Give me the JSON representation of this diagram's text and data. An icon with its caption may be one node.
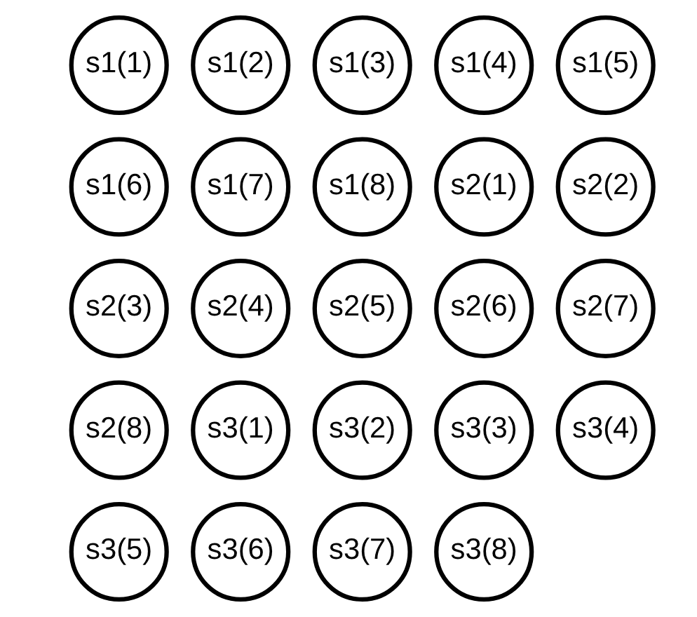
{
  "diagram": {
    "nodes": [
      {
        "text": [
          "s1(1)"
        ]
      },
      {
        "text": [
          "s1(2)"
        ]
      },
      {
        "text": [
          "s1(3)"
        ]
      },
      {
        "text": [
          "s1(4)"
        ]
      },
      {
        "text": [
          "s1(5)"
        ]
      },
      {
        "text": [
          "s1(6)"
        ]
      },
      {
        "text": [
          "s1(7)"
        ]
      },
      {
        "text": [
          "s1(8)"
        ]
      },
      {
        "text": [
          "s2(1)"
        ]
      },
      {
        "text": [
          "s2(2)"
        ]
      },
      {
        "text": [
          "s2(3)"
        ]
      },
      {
        "text": [
          "s2(4)"
        ]
      },
      {
        "text": [
          "s2(5)"
        ]
      },
      {
        "text": [
          "s2(6)"
        ]
      },
      {
        "text": [
          "s2(7)"
        ]
      },
      {
        "text": [
          "s2(8)"
        ]
      },
      {
        "text": [
          "s3(1)"
        ]
      },
      {
        "text": [
          "s3(2)"
        ]
      },
      {
        "text": [
          "s3(3)"
        ]
      },
      {
        "text": [
          "s3(4)"
        ]
      },
      {
        "text": [
          "s3(5)"
        ]
      },
      {
        "text": [
          "s3(6)"
        ]
      },
      {
        "text": [
          "s3(7)"
        ]
      },
      {
        "text": [
          "s3(8)"
        ]
      }
    ]
  }
}
